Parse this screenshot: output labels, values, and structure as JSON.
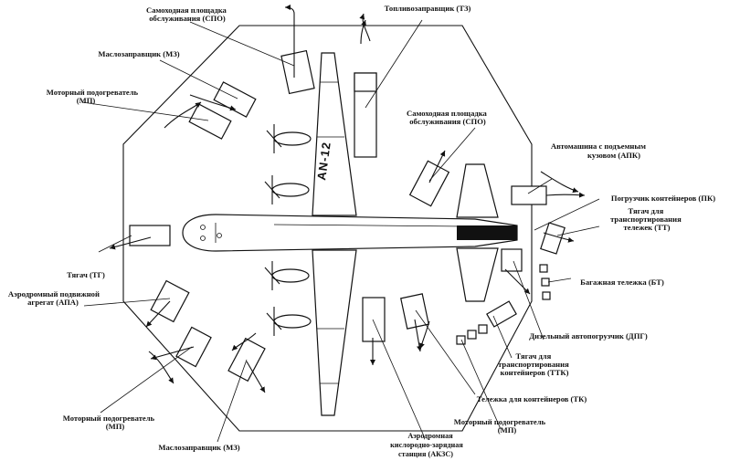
{
  "aircraft": {
    "registration": "AN-12"
  },
  "labels": {
    "spo_top": [
      "Самоходная площадка",
      "обслуживания (СПО)"
    ],
    "tz": [
      "Топливозаправщик (ТЗ)"
    ],
    "mz_top": [
      "Маслозаправщик (МЗ)"
    ],
    "mp_top_left": [
      "Моторный подогреватель",
      "(МП)"
    ],
    "spo_right": [
      "Самоходная площадка",
      "обслуживания (СПО)"
    ],
    "apk": [
      "Автомашина с подъемным",
      "кузовом (АПК)"
    ],
    "pk": [
      "Погрузчик контейнеров (ПК)"
    ],
    "tt": [
      "Тягач для",
      "транспортирования",
      "тележек (ТТ)"
    ],
    "tg": [
      "Тягач (ТГ)"
    ],
    "apa": [
      "Аэродромный подвижной",
      "агрегат (АПА)"
    ],
    "bt": [
      "Багажная тележка (БТ)"
    ],
    "dpg": [
      "Дизельный автопогрузчик (ДПГ)"
    ],
    "ttk": [
      "Тягач для",
      "транспортирования",
      "контейнеров (ТТК)"
    ],
    "tk": [
      "Тележка для контейнеров (ТК)"
    ],
    "mp_bottom_right": [
      "Моторный подогреватель",
      "(МП)"
    ],
    "akzs": [
      "Аэродромная",
      "кислородно-зарядная",
      "станция (АКЗС)"
    ],
    "mz_bottom": [
      "Маслозаправщик (МЗ)"
    ],
    "mp_bottom_left": [
      "Моторный подогреватель",
      "(МП)"
    ]
  }
}
